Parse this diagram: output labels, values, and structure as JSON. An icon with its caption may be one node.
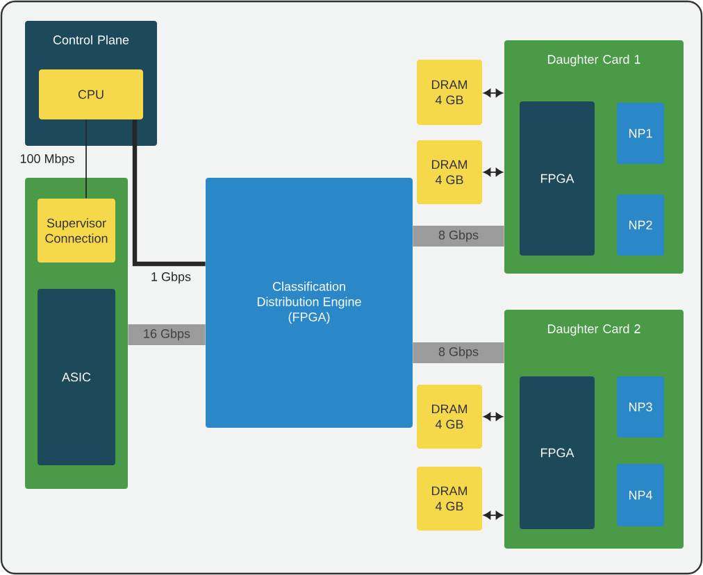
{
  "diagram": {
    "nodes": [
      {
        "text": [
          "Control Plane"
        ]
      },
      {
        "text": [
          "CPU"
        ],
        "in": 0
      },
      {
        "text": [],
        "shape": "box"
      },
      {
        "text": [
          "Supervisor Connection"
        ],
        "in": 2
      },
      {
        "text": [
          "ASIC"
        ],
        "in": 2
      },
      {
        "text": [
          "Classification Distribution Engine (FPGA)"
        ]
      },
      {
        "text": [
          "Daughter Card 1"
        ]
      },
      {
        "text": [
          "FPGA"
        ],
        "in": 6
      },
      {
        "text": [
          "NP1"
        ],
        "in": 6
      },
      {
        "text": [
          "NP2"
        ],
        "in": 6
      },
      {
        "text": [
          "DRAM 4 GB"
        ]
      },
      {
        "text": [
          "DRAM 4 GB"
        ]
      },
      {
        "text": [
          "Daughter Card 2"
        ]
      },
      {
        "text": [
          "FPGA"
        ],
        "in": 12
      },
      {
        "text": [
          "NP3"
        ],
        "in": 12
      },
      {
        "text": [
          "NP4"
        ],
        "in": 12
      },
      {
        "text": [
          "DRAM 4 GB"
        ]
      },
      {
        "text": [
          "DRAM 4 GB"
        ]
      }
    ],
    "edges": [
      {
        "from": 1,
        "to": 3,
        "arrow": "none",
        "label": "100 Mbps"
      },
      {
        "from": 1,
        "to": 5,
        "arrow": "none",
        "label": "1 Gbps",
        "style": "thick"
      },
      {
        "from": 2,
        "to": 5,
        "arrow": "none",
        "label": "16 Gbps",
        "style": "thick",
        "color": "#9b9b9b"
      },
      {
        "from": 5,
        "to": 6,
        "arrow": "none",
        "label": "8 Gbps",
        "style": "thick",
        "color": "#9b9b9b"
      },
      {
        "from": 5,
        "to": 12,
        "arrow": "none",
        "label": "8 Gbps",
        "style": "thick",
        "color": "#9b9b9b"
      },
      {
        "from": 10,
        "to": 6,
        "arrow": "both"
      },
      {
        "from": 11,
        "to": 6,
        "arrow": "both"
      },
      {
        "from": 16,
        "to": 12,
        "arrow": "both"
      },
      {
        "from": 17,
        "to": 12,
        "arrow": "both"
      }
    ]
  }
}
